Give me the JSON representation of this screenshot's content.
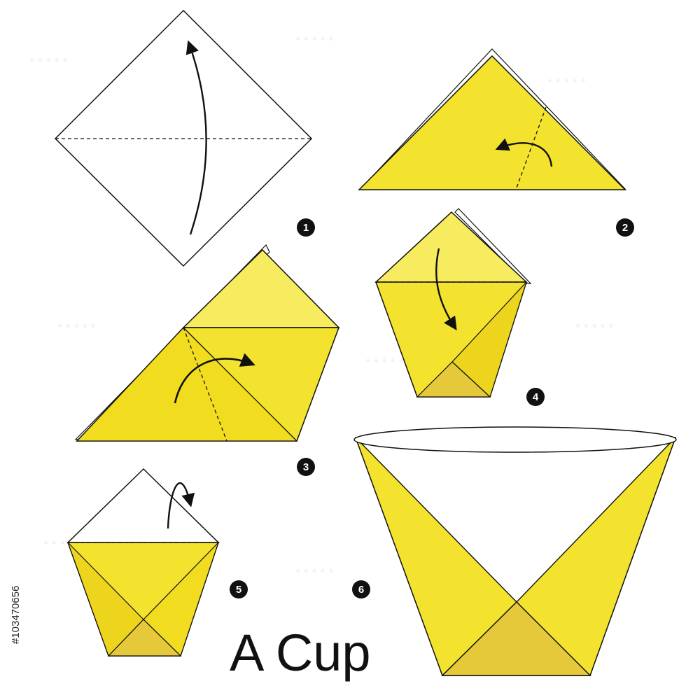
{
  "title": "A Cup",
  "steps": [
    "1",
    "2",
    "3",
    "4",
    "5",
    "6"
  ],
  "stock_id": "#103470656",
  "colors": {
    "paper_light": "#f6ea55",
    "paper_mid": "#f3e22e",
    "paper_dark": "#e9c93a",
    "paper_shadow": "#e6d21c",
    "outline": "#111111",
    "badge": "#111111"
  }
}
